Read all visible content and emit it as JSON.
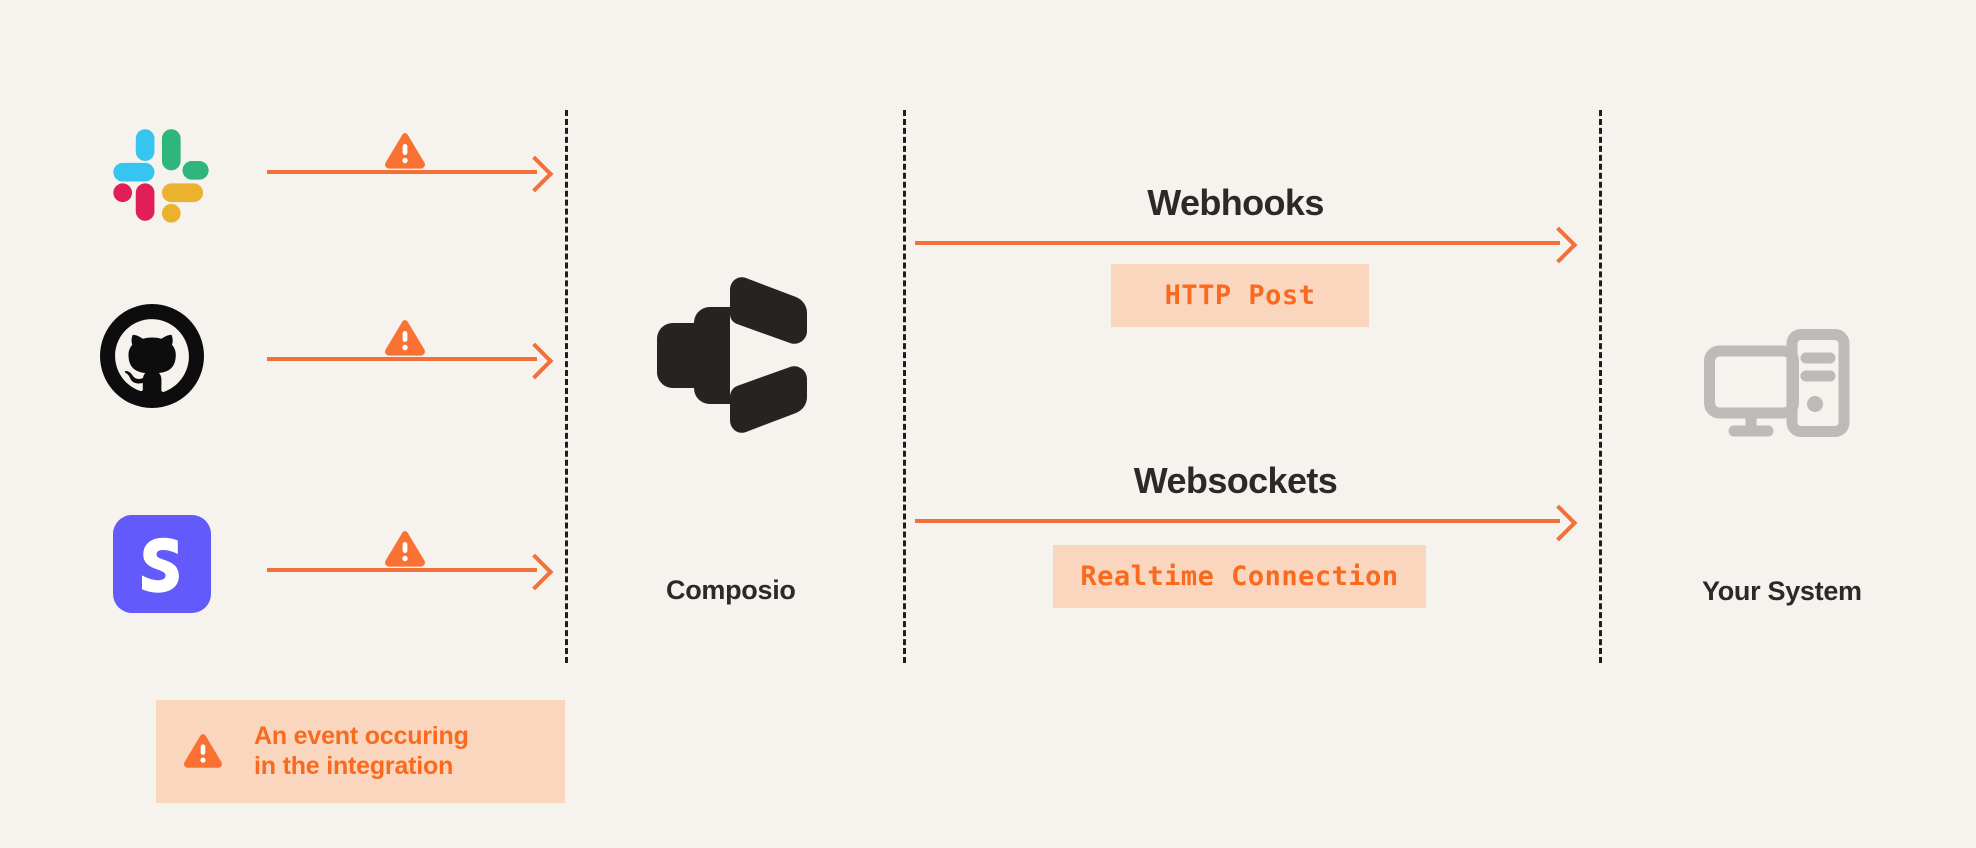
{
  "diagram": {
    "background_color": "#F6F3EE",
    "accent_color": "#F2703A",
    "badge_bg_color": "#F9D6BD",
    "badge_text_color": "#F96A1E",
    "text_color": "#2B2A28",
    "divider_color": "#1F1E1C",
    "icon_gray": "#BCBBB8"
  },
  "sources": [
    {
      "name": "slack",
      "icon": "slack-logo"
    },
    {
      "name": "github",
      "icon": "github-logo"
    },
    {
      "name": "stripe",
      "icon": "stripe-logo"
    }
  ],
  "hub": {
    "icon": "composio-logo",
    "label": "Composio"
  },
  "destination": {
    "icon": "computer-icon",
    "label": "Your System"
  },
  "channels": [
    {
      "title": "Webhooks",
      "badge": "HTTP Post",
      "arrow_icon": "arrow-right-icon"
    },
    {
      "title": "Websockets",
      "badge": "Realtime Connection",
      "arrow_icon": "arrow-right-icon"
    }
  ],
  "event_arrows": [
    {
      "icon": "warning-triangle-icon",
      "arrow_icon": "arrow-right-icon"
    },
    {
      "icon": "warning-triangle-icon",
      "arrow_icon": "arrow-right-icon"
    },
    {
      "icon": "warning-triangle-icon",
      "arrow_icon": "arrow-right-icon"
    }
  ],
  "legend": {
    "icon": "warning-triangle-icon",
    "text": "An event occuring\nin the integration"
  }
}
